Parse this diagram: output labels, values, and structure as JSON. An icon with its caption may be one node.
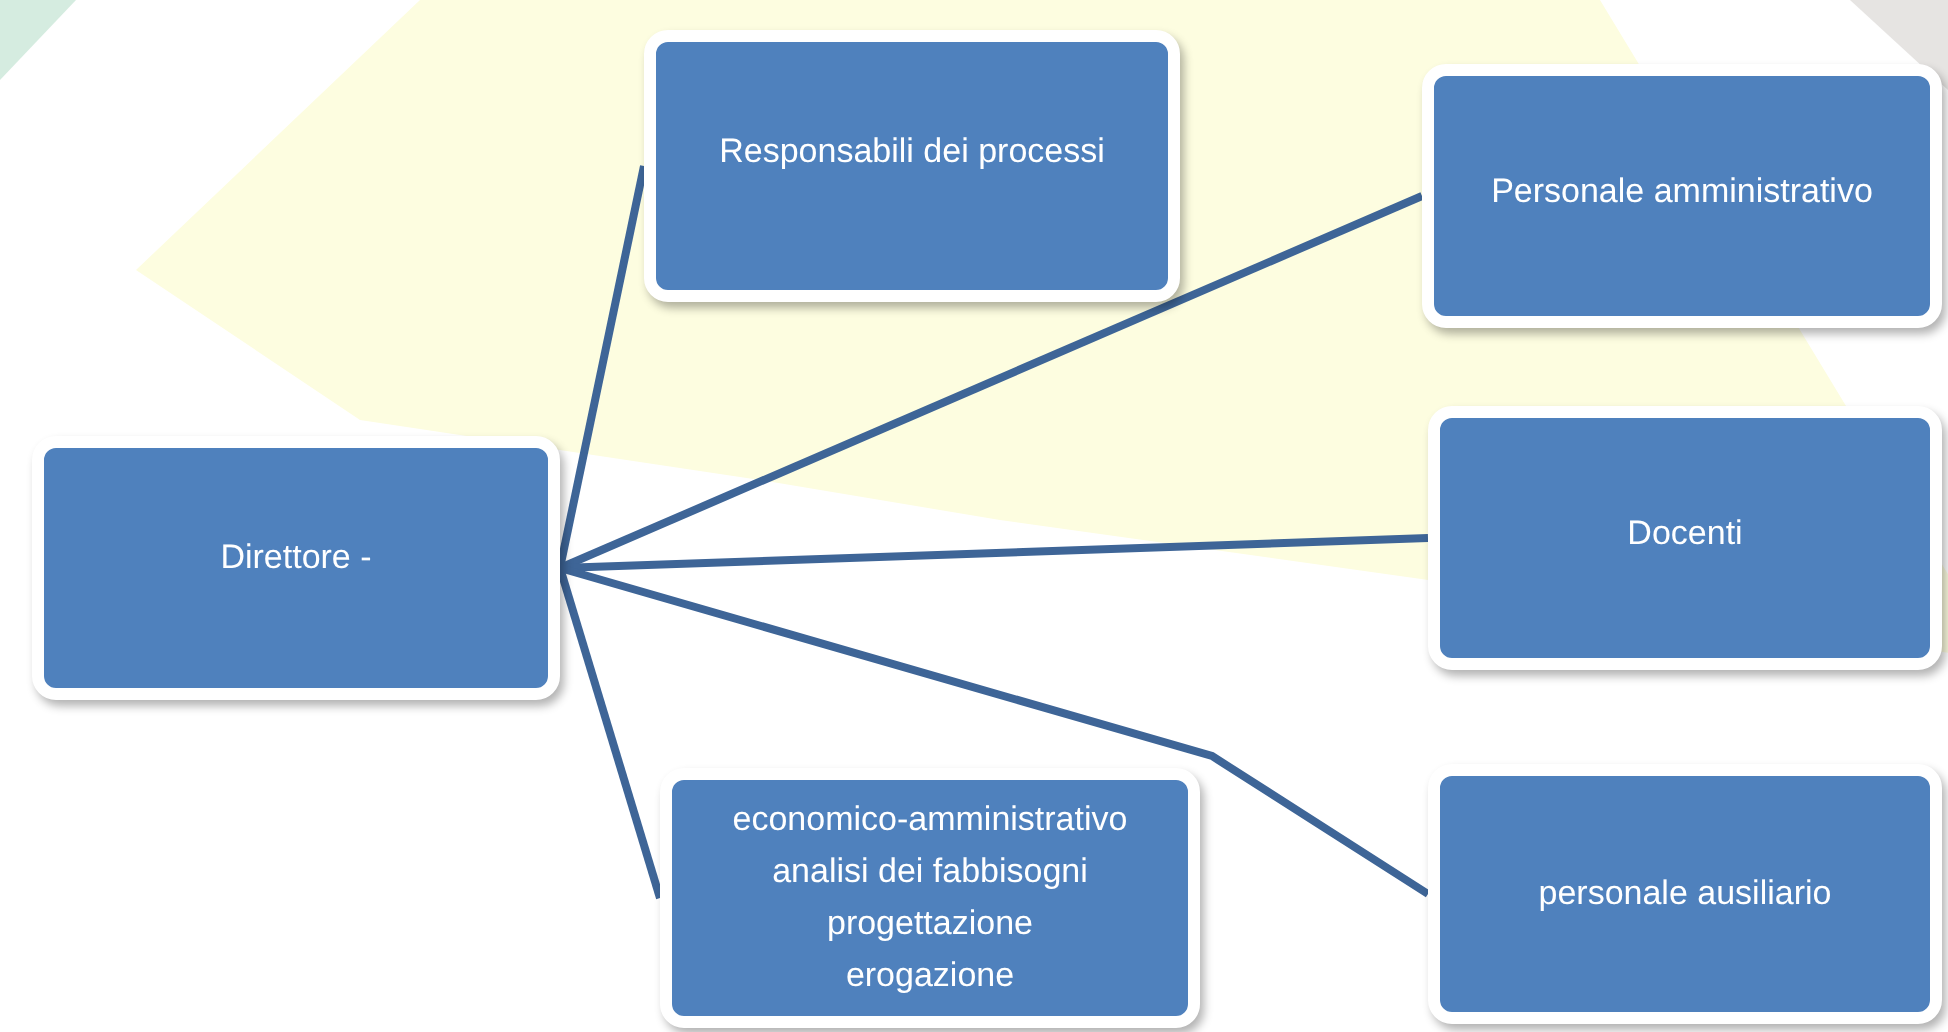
{
  "diagram": {
    "nodes": [
      {
        "text": [
          "Direttore -"
        ]
      },
      {
        "text": [
          "Responsabili dei processi"
        ]
      },
      {
        "text": [
          "Personale amministrativo"
        ]
      },
      {
        "text": [
          "Docenti"
        ]
      },
      {
        "text": [
          "economico-amministrativo",
          "analisi dei fabbisogni",
          "progettazione",
          "erogazione"
        ]
      },
      {
        "text": [
          "personale ausiliario"
        ]
      }
    ],
    "edges": [
      {
        "from": 0,
        "to": 1,
        "arrow": "none"
      },
      {
        "from": 0,
        "to": 2,
        "arrow": "none"
      },
      {
        "from": 0,
        "to": 3,
        "arrow": "none"
      },
      {
        "from": 0,
        "to": 4,
        "arrow": "none"
      },
      {
        "from": 0,
        "to": 5,
        "arrow": "none"
      }
    ]
  }
}
